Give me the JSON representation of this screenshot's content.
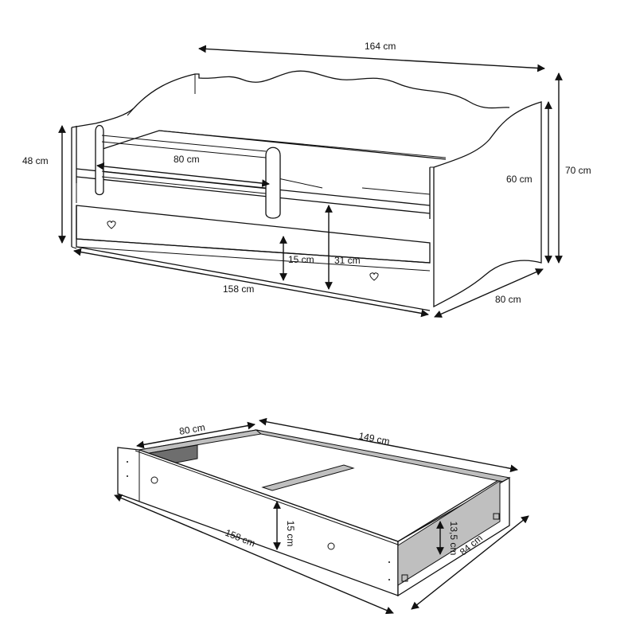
{
  "bed": {
    "width_top": "164 cm",
    "depth_top": "80 cm",
    "height_front": "48 cm",
    "height_back": "70 cm",
    "height_side": "60 cm",
    "drawer_h": "15 cm",
    "underbed_h": "31 cm",
    "width_bottom": "158 cm",
    "depth_side": "80 cm"
  },
  "drawer": {
    "depth": "80 cm",
    "length_inner": "149 cm",
    "height": "15 cm",
    "height_back": "13,5 cm",
    "length": "158 cm",
    "depth_total": "84 cm"
  }
}
